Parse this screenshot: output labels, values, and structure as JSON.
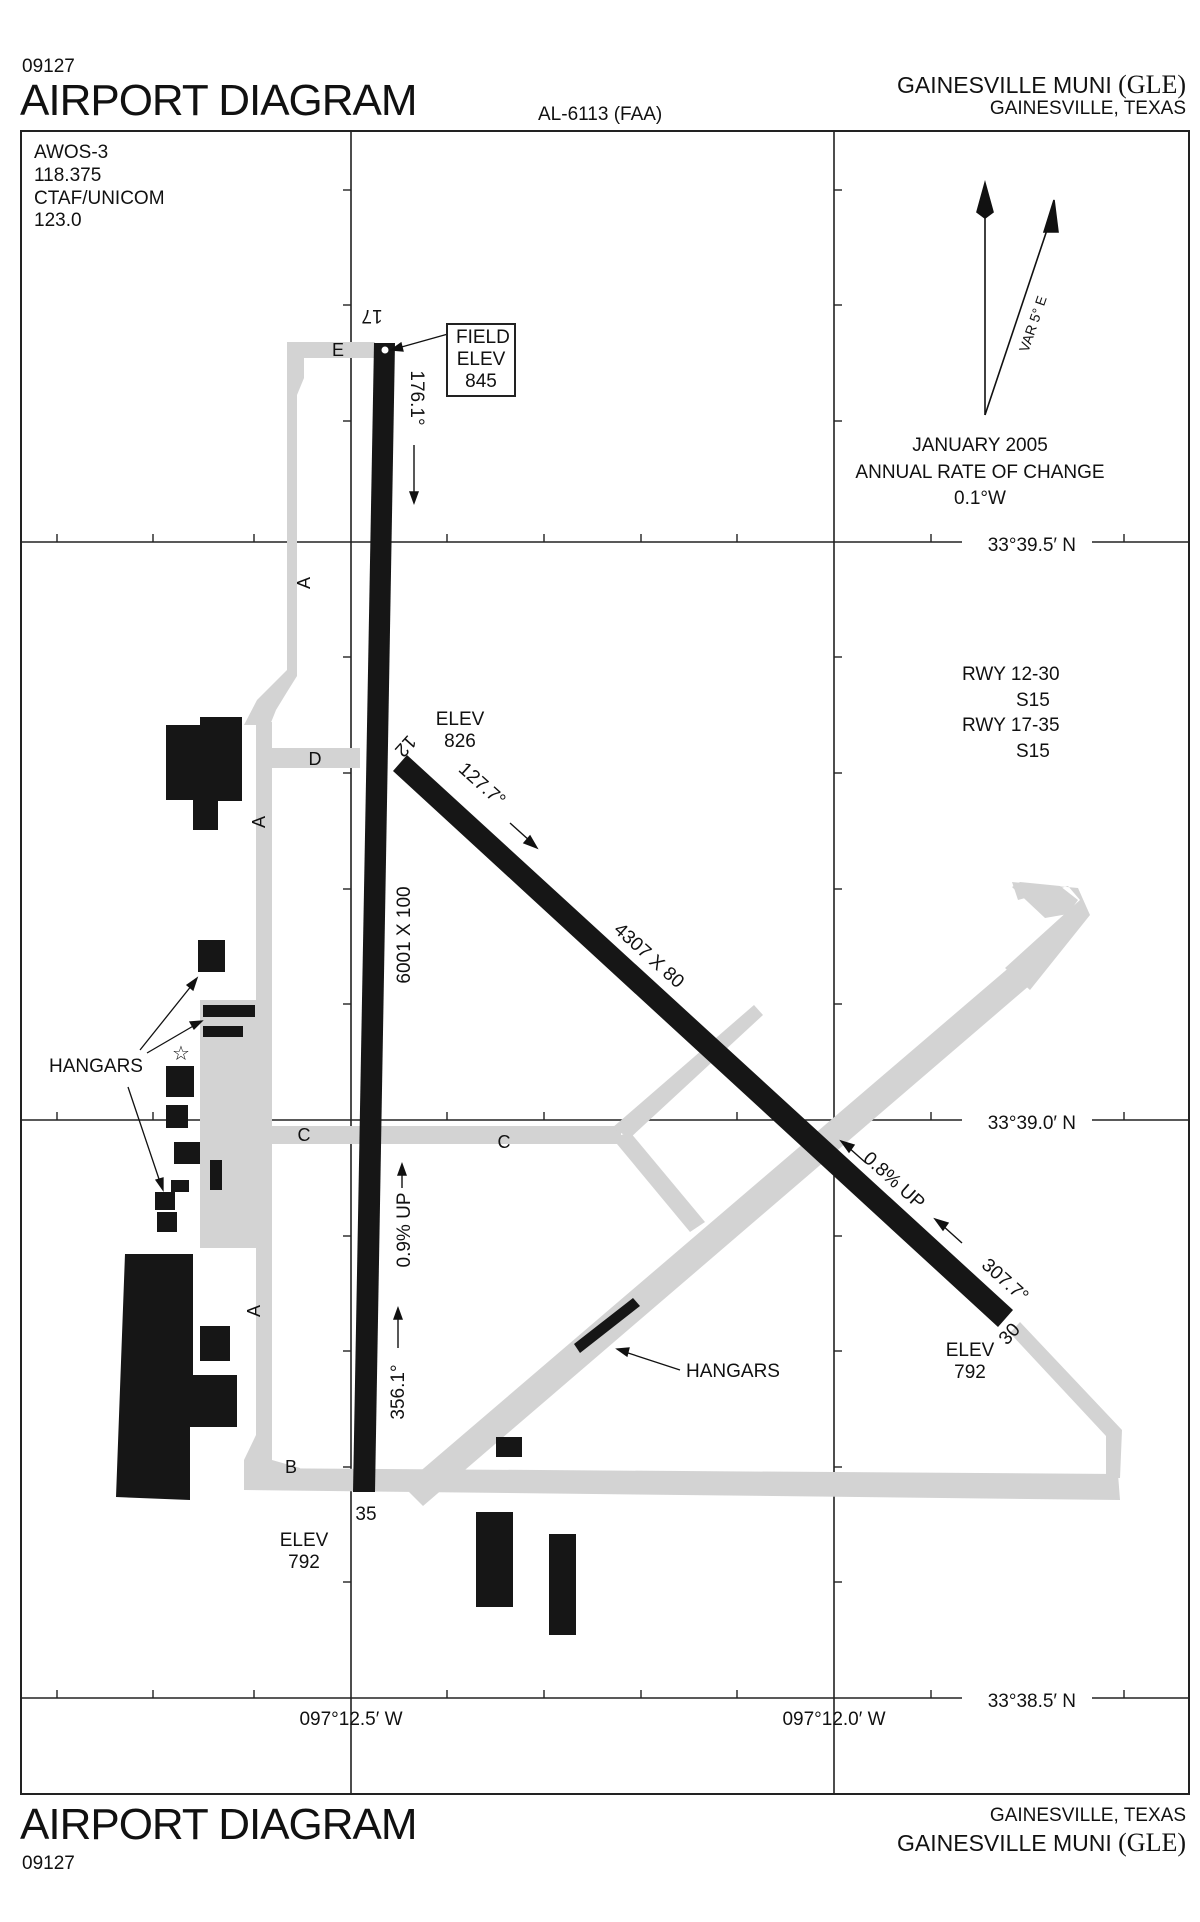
{
  "header": {
    "procedure_number": "09127",
    "title": "AIRPORT DIAGRAM",
    "chart_id": "AL-6113 (FAA)",
    "airport_name": "GAINESVILLE MUNI",
    "airport_id": "(GLE)",
    "location": "GAINESVILLE,  TEXAS"
  },
  "footer": {
    "title": "AIRPORT DIAGRAM",
    "procedure_number": "09127",
    "location": "GAINESVILLE,  TEXAS",
    "airport_name": "GAINESVILLE MUNI",
    "airport_id": "(GLE)"
  },
  "comms": {
    "awos_label": "AWOS-3",
    "awos_freq": "118.375",
    "ctaf_label": "CTAF/UNICOM",
    "ctaf_freq": "123.0"
  },
  "magnetic": {
    "variation": "VAR 5° E",
    "date": "JANUARY 2005",
    "change_label": "ANNUAL RATE OF CHANGE",
    "change_value": "0.1°W"
  },
  "field_elev": {
    "line1": "FIELD",
    "line2": "ELEV",
    "value": "845"
  },
  "surface": {
    "rwy1": "RWY 12-30",
    "rwy1_surface": "S15",
    "rwy2": "RWY 17-35",
    "rwy2_surface": "S15"
  },
  "latitudes": [
    "33°39.5′ N",
    "33°39.0′ N",
    "33°38.5′ N"
  ],
  "longitudes": [
    "097°12.5′ W",
    "097°12.0′ W"
  ],
  "runway_17_35": {
    "end_17": "17",
    "end_35": "35",
    "heading_17": "176.1°",
    "heading_35": "356.1°",
    "dimensions": "6001 X 100",
    "gradient": "0.9% UP",
    "elev_label_35": "ELEV",
    "elev_35": "792"
  },
  "runway_12_30": {
    "end_12": "12",
    "end_30": "30",
    "heading_12": "127.7°",
    "heading_30": "307.7°",
    "dimensions": "4307 X 80",
    "gradient": "0.8% UP",
    "elev_label_12": "ELEV",
    "elev_12": "826",
    "elev_label_30": "ELEV",
    "elev_30": "792"
  },
  "taxiways": {
    "A": "A",
    "B": "B",
    "C": "C",
    "D": "D",
    "E": "E"
  },
  "labels": {
    "hangars": "HANGARS"
  },
  "colors": {
    "pavement": "#d3d3d3",
    "runway": "#161616",
    "building": "#161616",
    "grid": "#222222"
  }
}
